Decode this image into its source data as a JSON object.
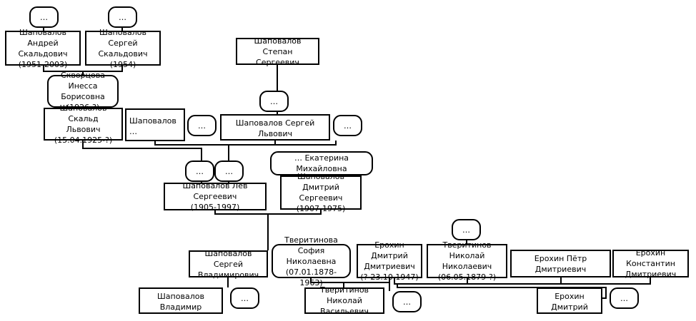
{
  "family_tree": {
    "unknown": "…",
    "people": {
      "andrey": "Шаповалов Андрей\nСкальдович\n(1951-2003)",
      "sergey_s": "Шаповалов Сергей\nСкальдович\n(1954)",
      "stepan": "Шаповалов Степан\nСергеевич",
      "inessa": "Скворцова Инесса\nБорисовна\n(1926-?)",
      "skald": "Шаповалов Скальд\nЛьвович\n(15.04.1925-?)",
      "shapovalov_short": "Шаповалов …",
      "sergey_l": "Шаповалов Сергей Львович",
      "ekaterina": "… Екатерина Михайловна",
      "lev": "Шаповалов Лев Сергеевич\n(1905-1997)",
      "dmitriy_s": "Шаповалов Дмитрий\nСергеевич\n(1907-1975)",
      "sergey_v": "Шаповалов Сергей\nВладимирович",
      "sofia": "Тверитинова София\nНиколаевна\n(07.01.1878-1963)",
      "erokhin_dd": "Ерохин Дмитрий\nДмитриевич\n(?-23.10.1947)",
      "tveritinov_nn": "Тверитинов Николай\nНиколаевич\n(06.05.1879-?)",
      "petr": "Ерохин Пётр Дмитриевич",
      "konstantin": "Ерохин Константин\nДмитриевич",
      "vladimir": "Шаповалов Владимир",
      "tveritinov_nv": "Тверитинов Николай\nВасильевич",
      "erokhin_d": "Ерохин Дмитрий"
    }
  }
}
